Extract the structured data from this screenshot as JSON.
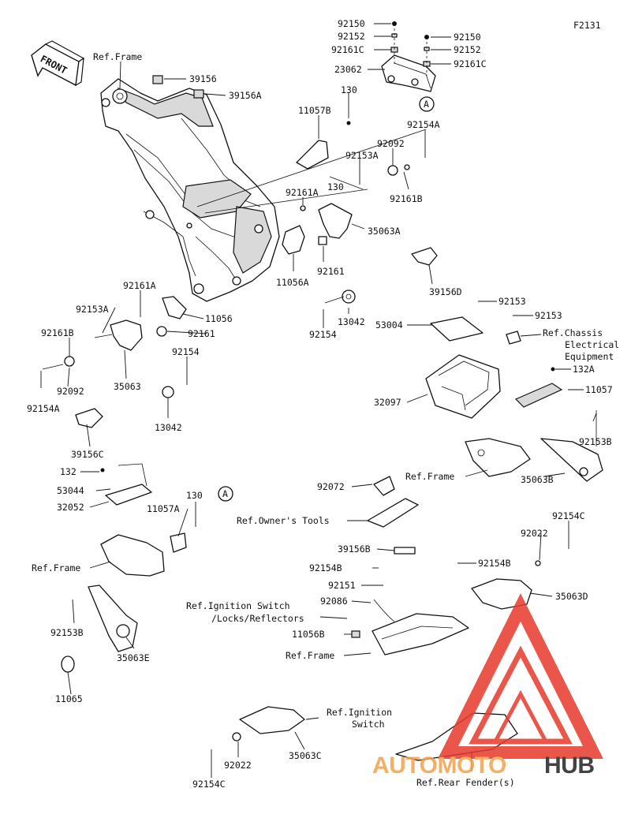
{
  "figure_code": "F2131",
  "front_label": "FRONT",
  "logo": {
    "text_light": "AUTOMOTO",
    "text_dark": "HUB",
    "accent": "#e8392b",
    "accent_light": "#f2a24a",
    "dark": "#222222"
  },
  "refs": {
    "frame_top": "Ref.Frame",
    "chassis_1": "Ref.Chassis",
    "chassis_2": "Electrical",
    "chassis_3": "Equipment",
    "frame_right": "Ref.Frame",
    "owners_tools": "Ref.Owner's Tools",
    "frame_left": "Ref.Frame",
    "ignition_locks_1": "Ref.Ignition Switch",
    "ignition_locks_2": "/Locks/Reflectors",
    "frame_bottom": "Ref.Frame",
    "ignition_1": "Ref.Ignition",
    "ignition_2": "Switch",
    "rear_fender": "Ref.Rear Fender(s)"
  },
  "callouts": {
    "circle_a": "A",
    "p92150_a": "92150",
    "p92152_a": "92152",
    "p92161c_a": "92161C",
    "p23062": "23062",
    "p92150_b": "92150",
    "p92152_b": "92152",
    "p92161c_b": "92161C",
    "p39156": "39156",
    "p39156a": "39156A",
    "p130_a": "130",
    "p11057b": "11057B",
    "p92154a_a": "92154A",
    "p92092_a": "92092",
    "p92153a_a": "92153A",
    "p130_b": "130",
    "p92161b_a": "92161B",
    "p92161a_a": "92161A",
    "p35063a": "35063A",
    "p11056a": "11056A",
    "p92161_a": "92161",
    "p39156d": "39156D",
    "p92154_a": "92154",
    "p13042_a": "13042",
    "p92161a_b": "92161A",
    "p92153a_b": "92153A",
    "p11056": "11056",
    "p92161b_b": "92161B",
    "p92161_b": "92161",
    "p92154_b": "92154",
    "p92092_b": "92092",
    "p35063": "35063",
    "p92154a_b": "92154A",
    "p13042_b": "13042",
    "p39156c": "39156C",
    "p92153_a": "92153",
    "p53004": "53004",
    "p92153_b": "92153",
    "p132a": "132A",
    "p11057": "11057",
    "p32097": "32097",
    "p92153b_a": "92153B",
    "p35063b": "35063B",
    "p132": "132",
    "p53044": "53044",
    "p32052": "32052",
    "p11057a": "11057A",
    "p130_c": "130",
    "p92153b_b": "92153B",
    "p35063e": "35063E",
    "p11065": "11065",
    "p92072": "92072",
    "p92154c_a": "92154C",
    "p92022_a": "92022",
    "p39156b": "39156B",
    "p92154b_a": "92154B",
    "p92154b_b": "92154B",
    "p35063d": "35063D",
    "p92151": "92151",
    "p92086": "92086",
    "p11056b": "11056B",
    "p35063c": "35063C",
    "p92022_b": "92022",
    "p92154c_b": "92154C"
  }
}
